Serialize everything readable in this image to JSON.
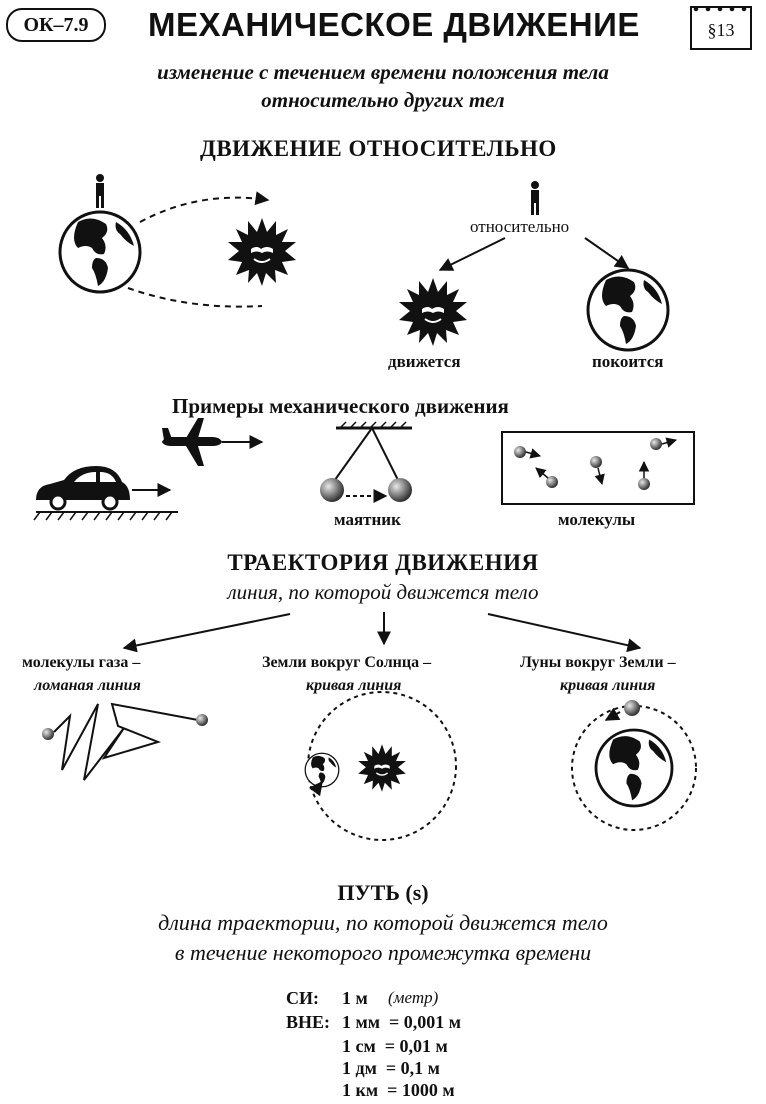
{
  "header": {
    "code": "ОК–7.9",
    "title": "МЕХАНИЧЕСКОЕ ДВИЖЕНИЕ",
    "section": "§13"
  },
  "definition": {
    "line1": "изменение с течением времени положения тела",
    "line2": "относительно других тел"
  },
  "relative": {
    "heading": "ДВИЖЕНИЕ ОТНОСИТЕЛЬНО",
    "relative_label": "относительно",
    "moves_label": "движется",
    "rests_label": "покоится"
  },
  "examples": {
    "heading": "Примеры механического движения",
    "pendulum_label": "маятник",
    "molecules_label": "молекулы"
  },
  "trajectory": {
    "heading": "ТРАЕКТОРИЯ ДВИЖЕНИЯ",
    "definition": "линия, по которой движется тело",
    "gas_title": "молекулы газа –",
    "gas_type": "ломаная линия",
    "earth_title": "Земли вокруг Солнца –",
    "earth_type": "кривая линия",
    "moon_title": "Луны вокруг Земли –",
    "moon_type": "кривая линия"
  },
  "path": {
    "heading": "ПУТЬ (s)",
    "definition_line1": "длина траектории, по которой движется тело",
    "definition_line2": "в течение некоторого промежутка времени",
    "si_prefix": "СИ:",
    "si_value": "1 м",
    "si_unit_name": "(метр)",
    "non_si_prefix": "ВНЕ:",
    "conversions": [
      "1 мм  = 0,001 м",
      "1 см  = 0,01 м",
      "1 дм  = 0,1 м",
      "1 км  = 1000 м"
    ]
  },
  "icons": [
    "person-icon",
    "earth-icon",
    "sun-icon",
    "airplane-icon",
    "car-icon",
    "pendulum-icon",
    "molecule-icon",
    "moon-icon"
  ]
}
